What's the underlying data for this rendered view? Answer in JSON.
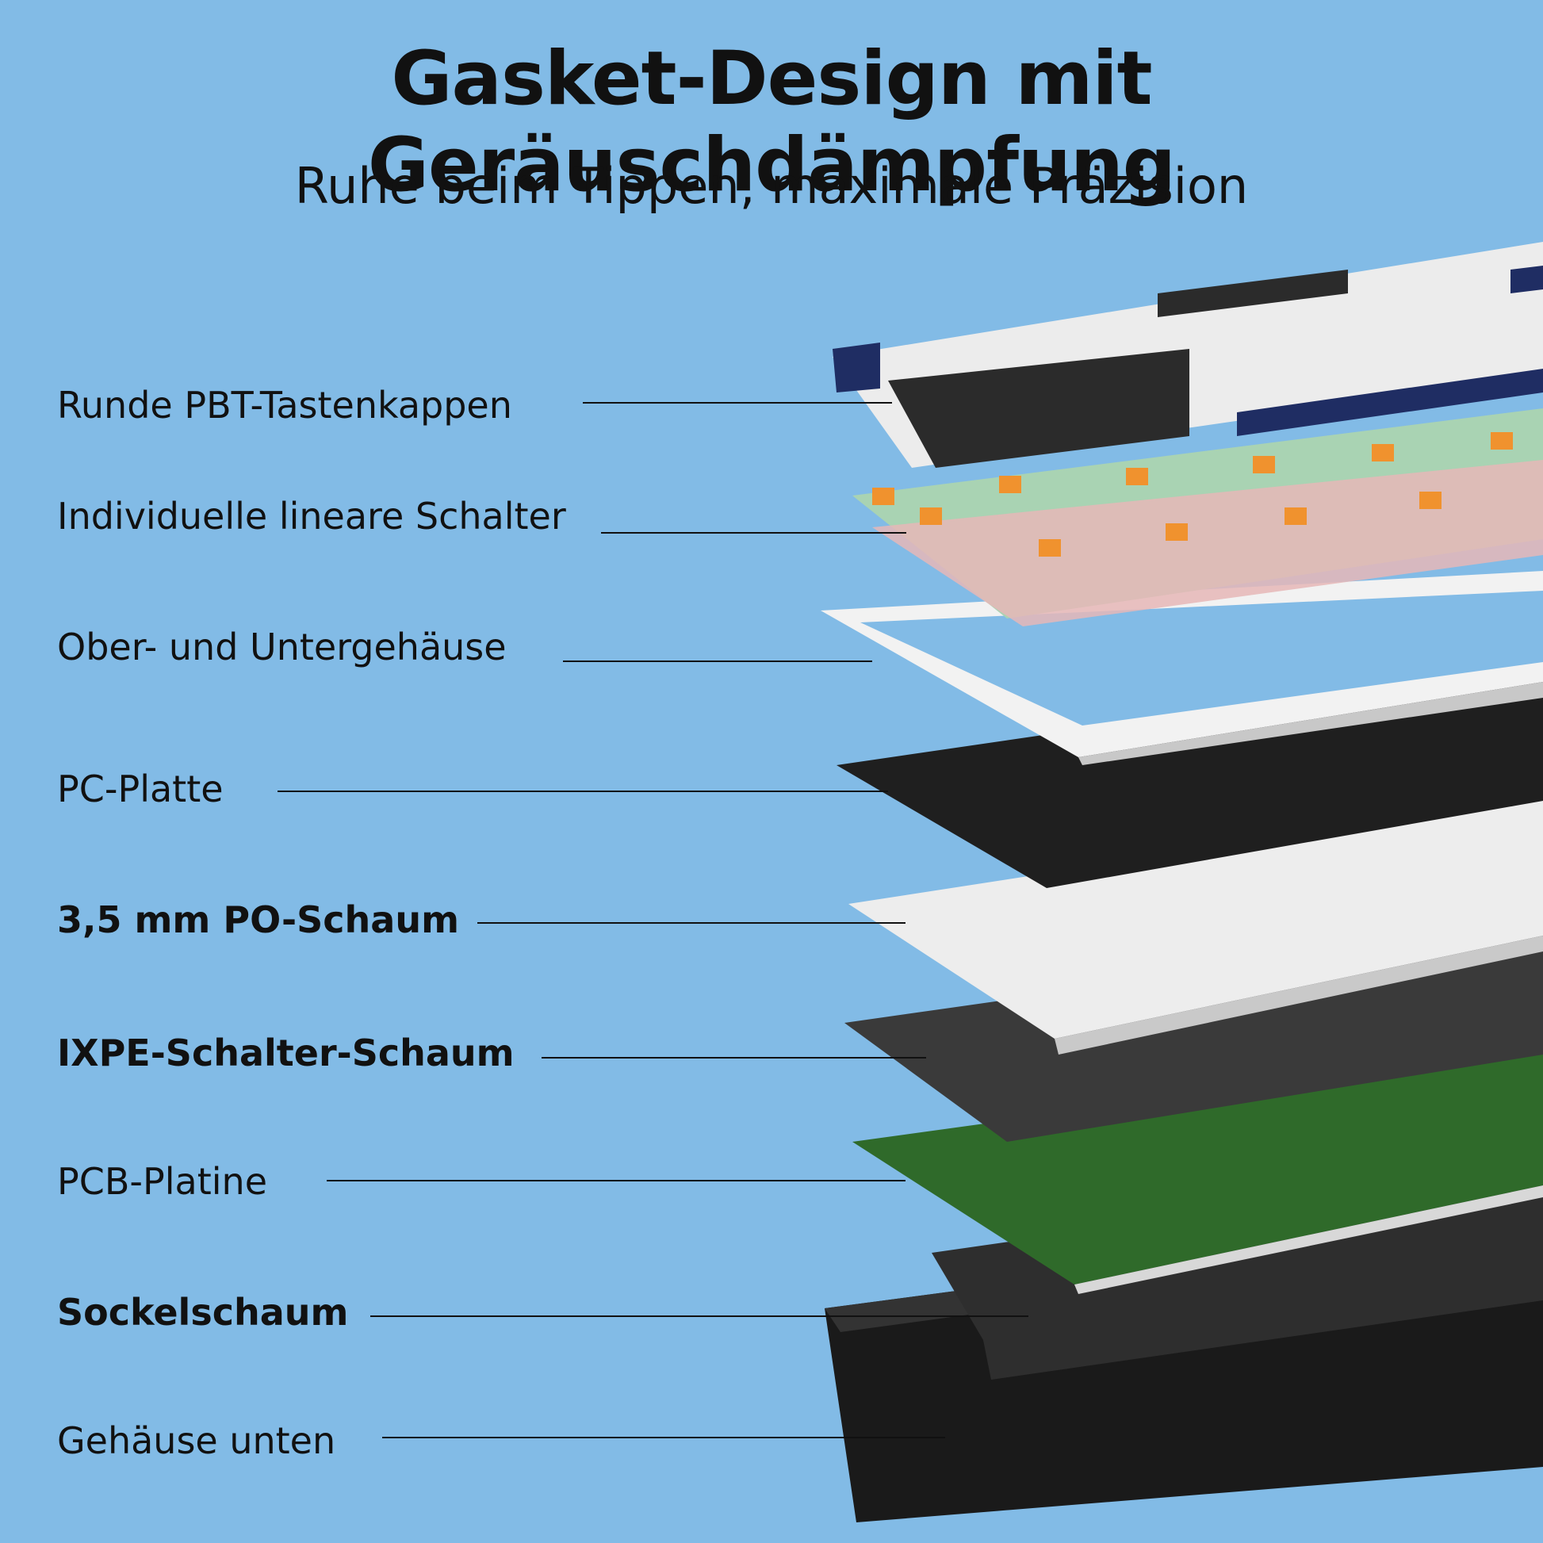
{
  "header": {
    "title": "Gasket-Design mit Geräuschdämpfung",
    "subtitle": "Ruhe beim Tippen, maximale Präzision"
  },
  "layers": [
    {
      "label": "Runde PBT-Tastenkappen",
      "bold": false
    },
    {
      "label": "Individuelle lineare Schalter",
      "bold": false
    },
    {
      "label": "Ober- und Untergehäuse",
      "bold": false
    },
    {
      "label": "PC-Platte",
      "bold": false
    },
    {
      "label": "3,5 mm PO-Schaum",
      "bold": true
    },
    {
      "label": "IXPE-Schalter-Schaum",
      "bold": true
    },
    {
      "label": "PCB-Platine",
      "bold": false
    },
    {
      "label": "Sockelschaum",
      "bold": true
    },
    {
      "label": "Gehäuse unten",
      "bold": false
    }
  ],
  "colors": {
    "background": "#82bbe6",
    "keycap_white": "#ececec",
    "keycap_dark": "#2b2b2b",
    "keycap_navy": "#1f2d63",
    "switch_stem": "#f0922e",
    "switch_top": "#a9d3b3",
    "switch_bottom": "#e6b7b7",
    "pcb_green": "#2f6a2a"
  }
}
